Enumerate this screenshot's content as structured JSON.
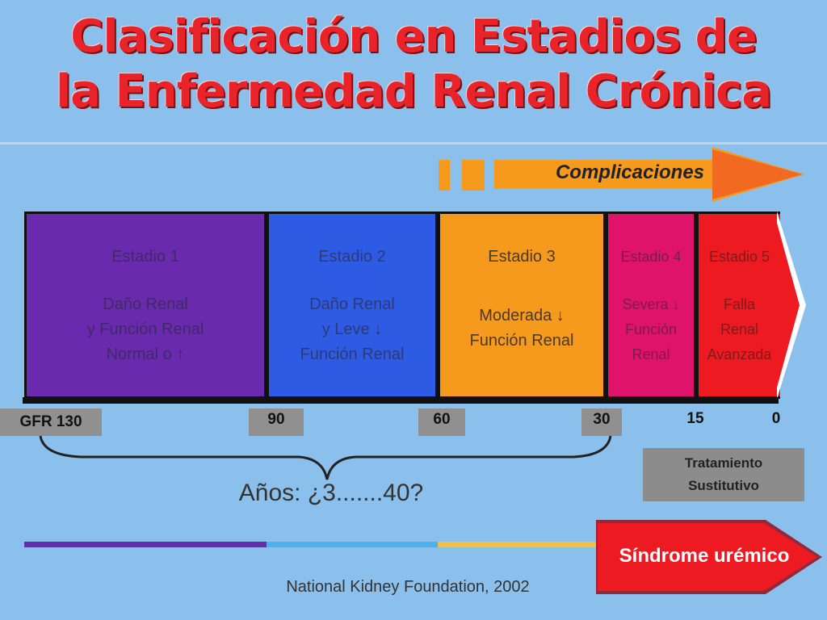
{
  "title": {
    "line1": "Clasificación en Estadios de",
    "line2": "la Enfermedad Renal Crónica"
  },
  "complications": {
    "label": "Complicaciones"
  },
  "stages": [
    {
      "title": "Estadio 1",
      "description": "Daño Renal\ny Función Renal\nNormal o ↑",
      "color": "#6a2aae"
    },
    {
      "title": "Estadio 2",
      "description": "Daño Renal\ny Leve ↓\nFunción Renal",
      "color": "#2d5be3"
    },
    {
      "title": "Estadio 3",
      "description": "Moderada ↓\nFunción Renal",
      "color": "#f59a1d"
    },
    {
      "title": "Estadio 4",
      "description": "Severa ↓\nFunción\nRenal",
      "color": "#e0136a"
    },
    {
      "title": "Estadio 5",
      "description": "Falla\nRenal\nAvanzada",
      "color": "#ee1a22"
    }
  ],
  "gfr_ticks": [
    "GFR 130",
    "90",
    "60",
    "30",
    "15",
    "0"
  ],
  "years": "Años: ¿3.......40?",
  "treatment": "Tratamiento\nSustitutivo",
  "uremic_syndrome": "Síndrome urémico",
  "source": "National Kidney Foundation, 2002"
}
